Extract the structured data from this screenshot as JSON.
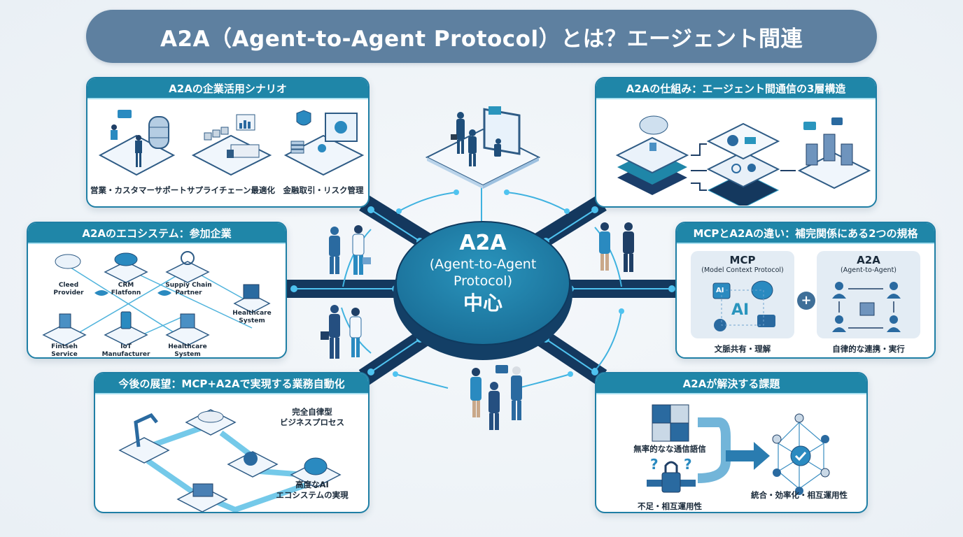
{
  "title": "A2A（Agent-to-Agent Protocol）とは？エージェント間連",
  "colors": {
    "title_bar": "#5e80a0",
    "panel_header": "#1f86a8",
    "hub": "#1f7fa5",
    "hub_dark": "#133f66",
    "connector": "#14385e",
    "glow": "#4fc3f0"
  },
  "hub": {
    "line1": "A2A",
    "line2": "(Agent-to-Agent",
    "line3": "Protocol)",
    "line4": "中心"
  },
  "panels": {
    "scenarios": {
      "title": "A2Aの企業活用シナリオ",
      "items": [
        "営業・カスタマーサポート",
        "サプライチェーン最適化",
        "金融取引・リスク管理"
      ]
    },
    "mechanism": {
      "title": "A2Aの仕組み：エージェント間通信の3層構造"
    },
    "ecosystem": {
      "title": "A2Aのエコシステム：参加企業",
      "nodes": [
        {
          "line1": "Cleed",
          "line2": "Provider"
        },
        {
          "line1": "CRM",
          "line2": "Flatfonn"
        },
        {
          "line1": "Suppiy Chain",
          "line2": "Partner"
        },
        {
          "line1": "Healthcare",
          "line2": "System"
        },
        {
          "line1": "Fintseh",
          "line2": "Service"
        },
        {
          "line1": "IoT",
          "line2": "Manufacturer"
        },
        {
          "line1": "Healthcare",
          "line2": "System"
        }
      ]
    },
    "mcp_vs_a2a": {
      "title": "MCPとA2Aの違い：補完関係にある2つの規格",
      "mcp_title": "MCP",
      "mcp_sub": "(Model Context Protocol)",
      "mcp_ai": "AI",
      "mcp_chip": "AI",
      "mcp_caption": "文脈共有・理解",
      "a2a_title": "A2A",
      "a2a_sub": "(Agent-to-Agent)",
      "a2a_caption": "自律的な連携・実行",
      "plus": "+"
    },
    "future": {
      "title": "今後の展望：MCP+A2Aで実現する業務自動化",
      "label1_line1": "完全自律型",
      "label1_line2": "ビジネスプロセス",
      "label2_line1": "高度なAI",
      "label2_line2": "エコシステムの実現"
    },
    "issues": {
      "title": "A2Aが解決する課題",
      "issue1": "無率的なな通信語信",
      "issue2": "不足・相互運用性",
      "result": "統合・効率化・相互運用性",
      "question": "?"
    }
  }
}
